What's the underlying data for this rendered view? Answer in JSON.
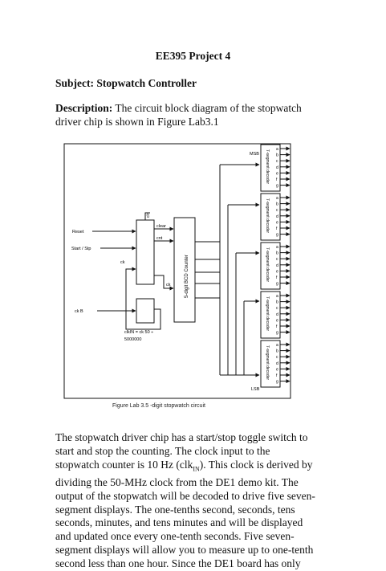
{
  "title": "EE395 Project 4",
  "subject_label": "Subject",
  "subject_value": "Stopwatch Controller",
  "description_label": "Description",
  "description_text": "The circuit block diagram of the stopwatch driver chip is shown in Figure Lab3.1",
  "figure": {
    "inputs": {
      "reset": "Reset",
      "start_stop": "Start / Stp",
      "clock_in": "ck",
      "clock_sub": "B"
    },
    "signals": {
      "clr": "clr",
      "clear": "clear",
      "cnt": "cnt",
      "clk_n_top": "ck",
      "clk_n_mid": "ck"
    },
    "counter_label": "5-digit BCD Counter",
    "clock_formula_line1": "clkIN = ck  50 ÷",
    "clock_formula_line2": "5000000",
    "msb": "MSB",
    "lsb": "LSB",
    "decoder_label": "7-segment decoder",
    "segments": [
      "a",
      "b",
      "c",
      "d",
      "e",
      "f",
      "g"
    ],
    "caption": "Figure Lab 3.5  -digit stopwatch circuit"
  },
  "body_lines": [
    "The stopwatch driver chip has a start/stop toggle switch to",
    "start and stop the counting. The clock input to the",
    "stopwatch counter is 10 Hz (clk",
    "IN",
    "). This clock is derived by",
    "dividing the 50-MHz clock from the DE1 demo kit. The",
    "output of the stopwatch will be decoded to drive five seven-",
    "segment displays. The one-tenths second, seconds, tens",
    "seconds, minutes, and tens minutes and will be displayed",
    "and updated once every one-tenth seconds. Five seven-",
    "segment displays will allow you to measure up to one-tenth",
    "second less than one hour. Since the DE1 board has only"
  ]
}
